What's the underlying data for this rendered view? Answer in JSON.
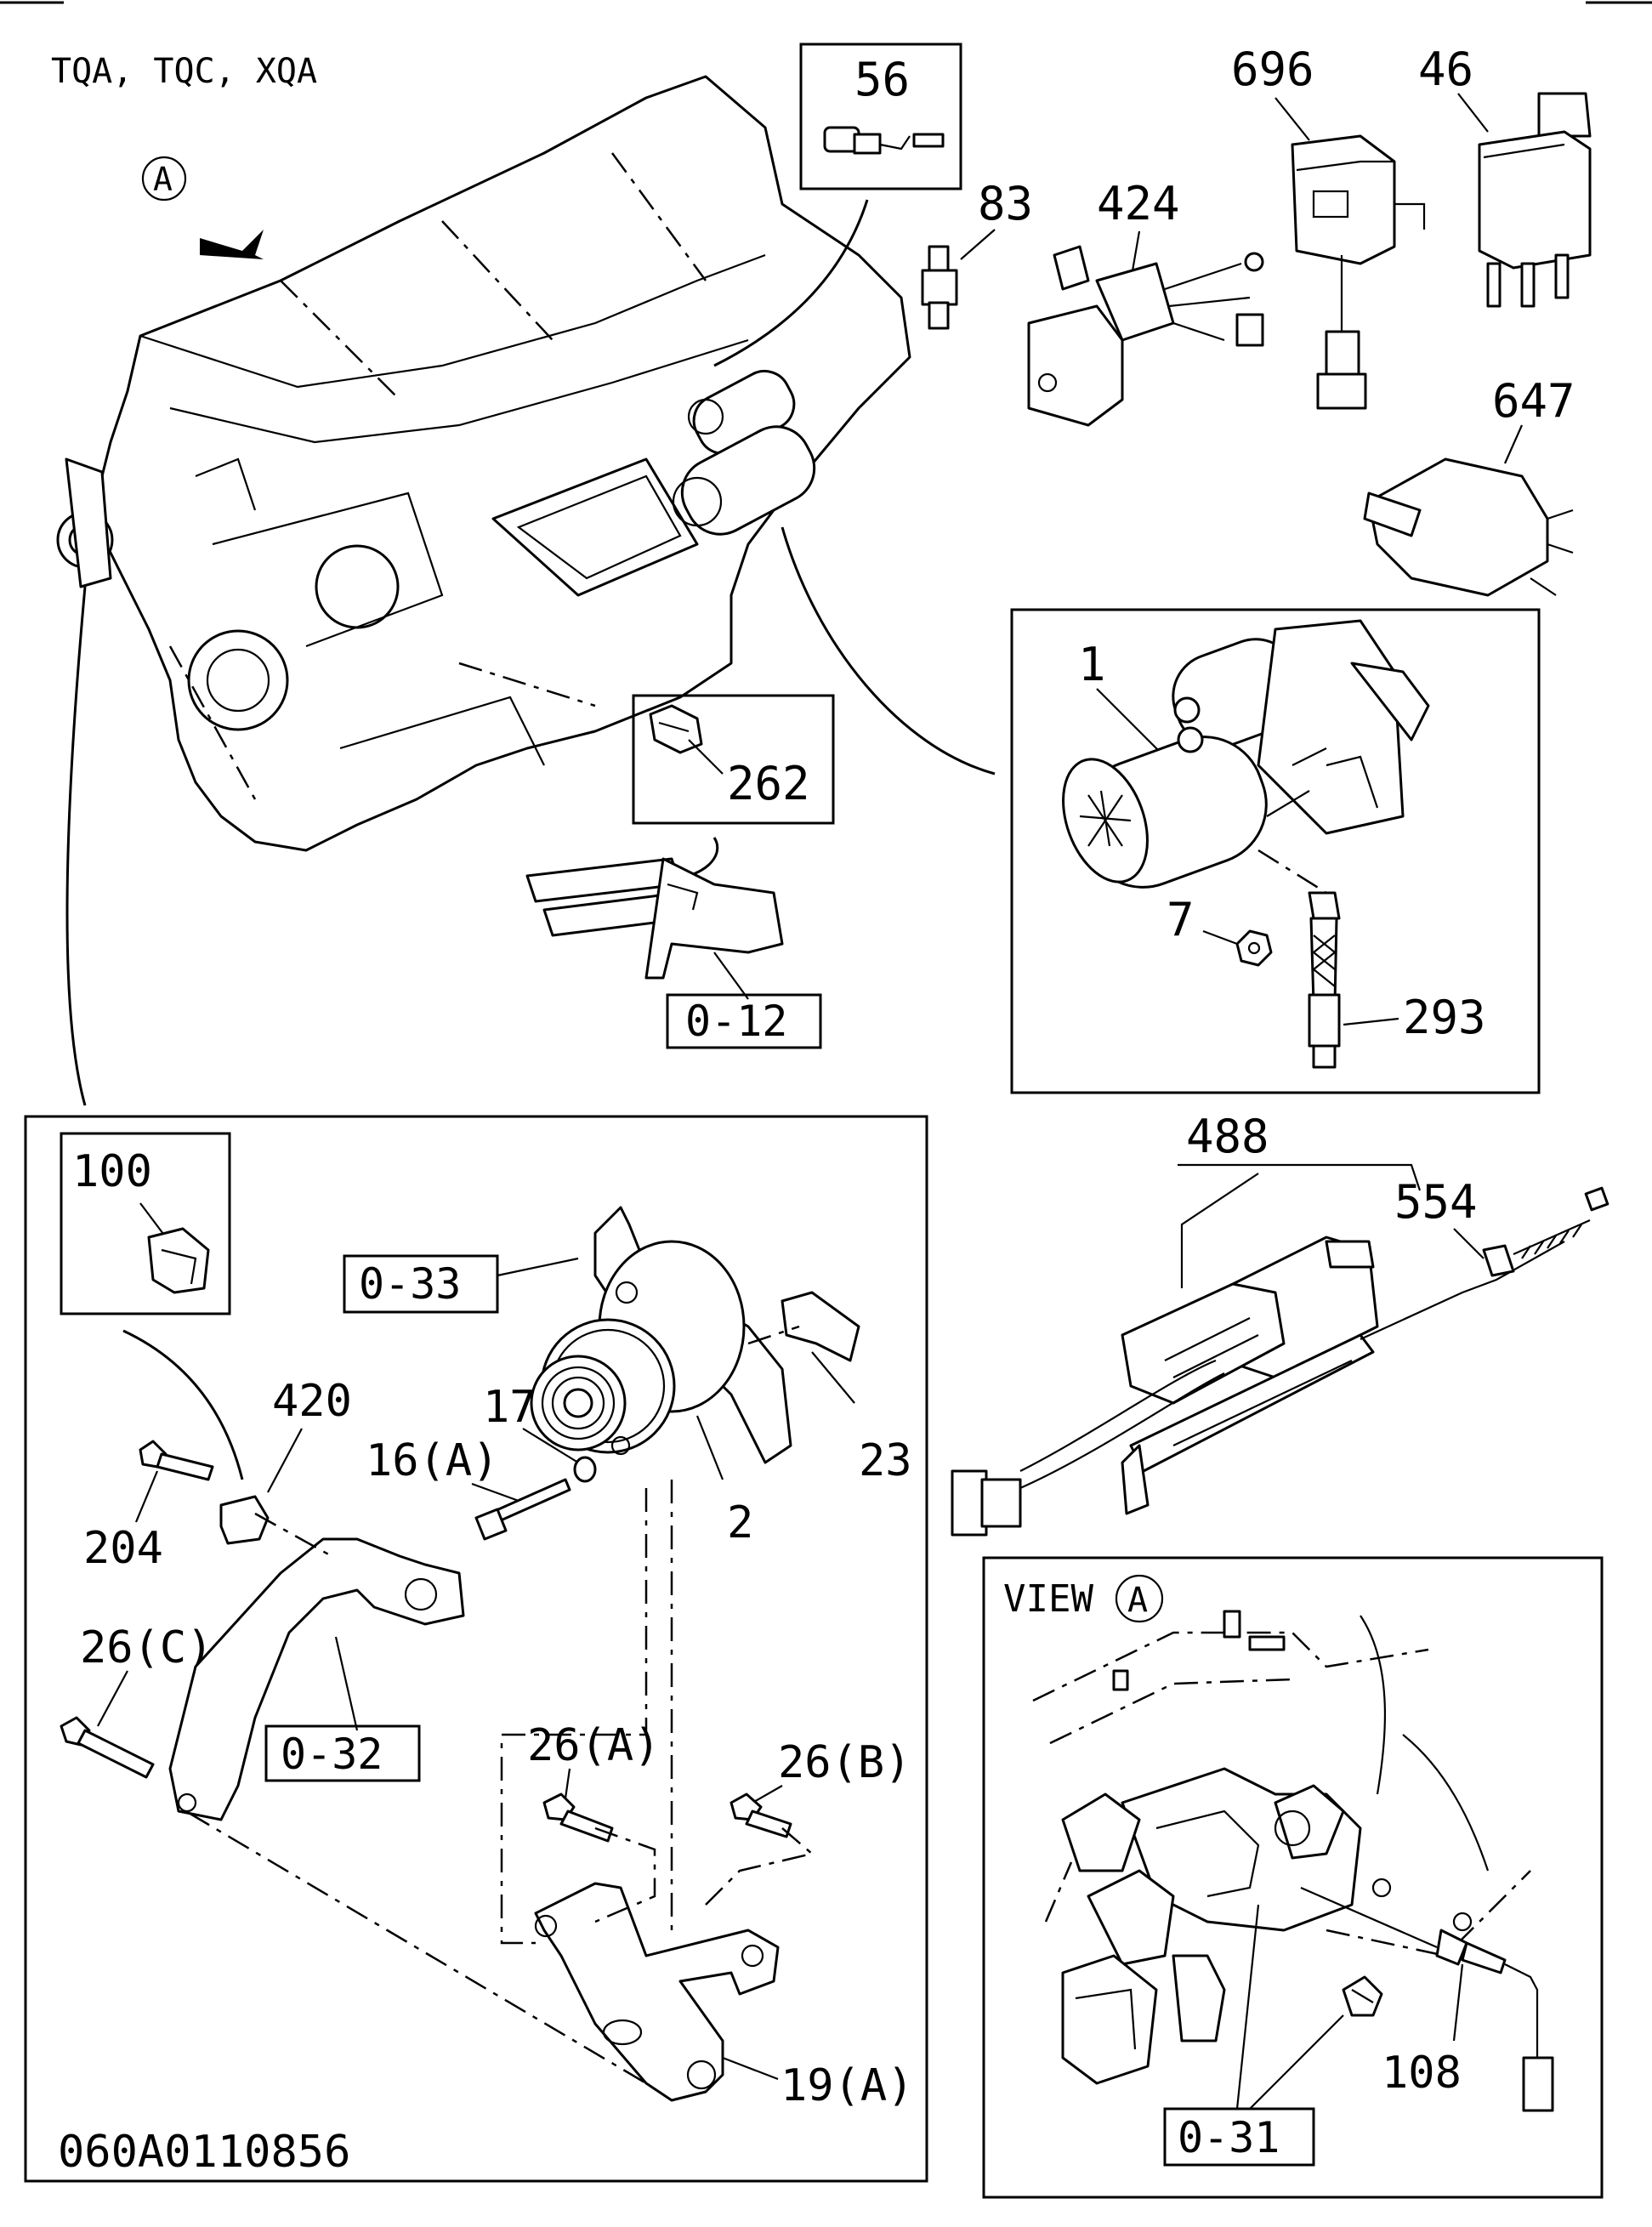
{
  "header": {
    "models": "TQA, TQC, XQA"
  },
  "footer": {
    "code": "060A0110856"
  },
  "view": {
    "label": "VIEW",
    "marker": "A"
  },
  "callouts": {
    "c56": "56",
    "c83": "83",
    "c424": "424",
    "c696": "696",
    "c46": "46",
    "c647": "647",
    "c1": "1",
    "c7": "7",
    "c293": "293",
    "c262": "262",
    "c012": "0-12",
    "c488": "488",
    "c554": "554",
    "c100": "100",
    "c033": "0-33",
    "c420": "420",
    "c17": "17",
    "c16a": "16(A)",
    "c23": "23",
    "c2": "2",
    "c204": "204",
    "c26c": "26(C)",
    "c032": "0-32",
    "c26a": "26(A)",
    "c26b": "26(B)",
    "c19a": "19(A)",
    "c108": "108",
    "c031": "0-31"
  }
}
